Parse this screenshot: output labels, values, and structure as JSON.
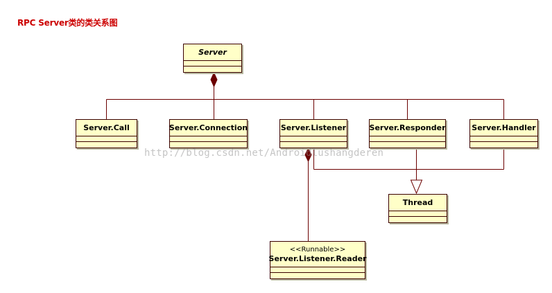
{
  "title": "RPC Server类的类关系图",
  "watermark": "http://blog.csdn.net/Androidlushangderen",
  "classes": {
    "server": {
      "name": "Server"
    },
    "call": {
      "name": "Server.Call"
    },
    "connection": {
      "name": "Server.Connection"
    },
    "listener": {
      "name": "Server.Listener"
    },
    "responder": {
      "name": "Server.Responder"
    },
    "handler": {
      "name": "Server.Handler"
    },
    "thread": {
      "name": "Thread"
    },
    "reader": {
      "stereotype": "<<Runnable>>",
      "name": "Server.Listener.Reader"
    }
  },
  "colors": {
    "box_fill": "#ffffc8",
    "line": "#6b0000",
    "title": "#cc0000"
  }
}
